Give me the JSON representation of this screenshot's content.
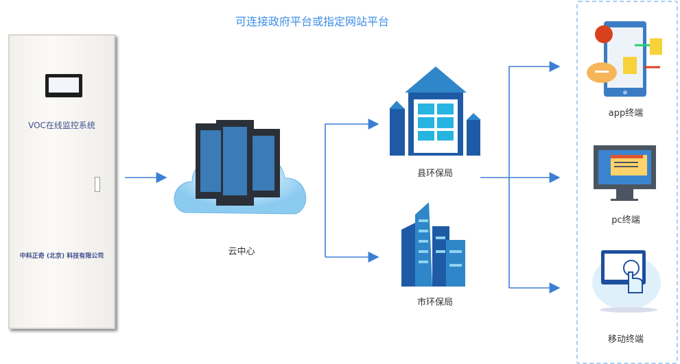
{
  "title": "可连接政府平台或指定网站平台",
  "cabinet": {
    "name": "VOC在线监控系统",
    "company": "中科正奇 (北京) 科技有限公司"
  },
  "cloud": {
    "label": "云中心"
  },
  "buildings": [
    {
      "label": "县环保局"
    },
    {
      "label": "市环保局"
    }
  ],
  "terminals": [
    {
      "label": "app终端"
    },
    {
      "label": "pc终端"
    },
    {
      "label": "移动终端"
    }
  ],
  "colors": {
    "arrow": "#3b7fd4",
    "title": "#3a8ee6"
  }
}
